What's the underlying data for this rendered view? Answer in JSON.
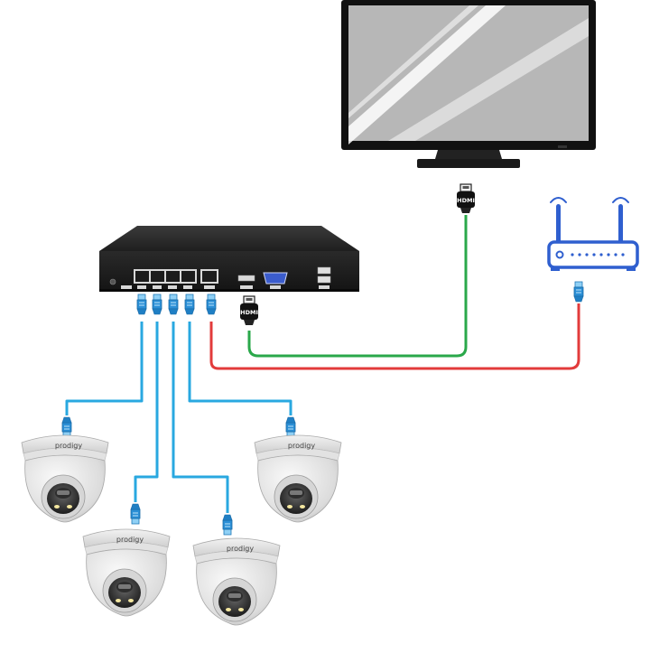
{
  "devices": {
    "monitor": {
      "icon": "monitor-icon"
    },
    "nvr": {
      "icon": "nvr-recorder-icon",
      "poe_ports": 4,
      "port_labels": [
        "",
        "",
        "",
        "",
        "",
        "",
        "",
        ""
      ]
    },
    "router": {
      "icon": "wifi-router-icon"
    }
  },
  "connectors": {
    "hdmi_label": "HDMI"
  },
  "cameras": [
    {
      "brand": "prodigy",
      "icon": "dome-camera-icon"
    },
    {
      "brand": "prodigy",
      "icon": "dome-camera-icon"
    },
    {
      "brand": "prodigy",
      "icon": "dome-camera-icon"
    },
    {
      "brand": "prodigy",
      "icon": "dome-camera-icon"
    }
  ],
  "colors": {
    "poe_cable": "#29a8e0",
    "hdmi_cable": "#2aa84a",
    "lan_cable": "#e23b3b",
    "router": "#2f5fcf",
    "rj45_plug": "#2b8fd6",
    "nvr_body": "#2a2a2a",
    "monitor_frame": "#1a1a1a",
    "monitor_screen": "#b7b7b7"
  }
}
